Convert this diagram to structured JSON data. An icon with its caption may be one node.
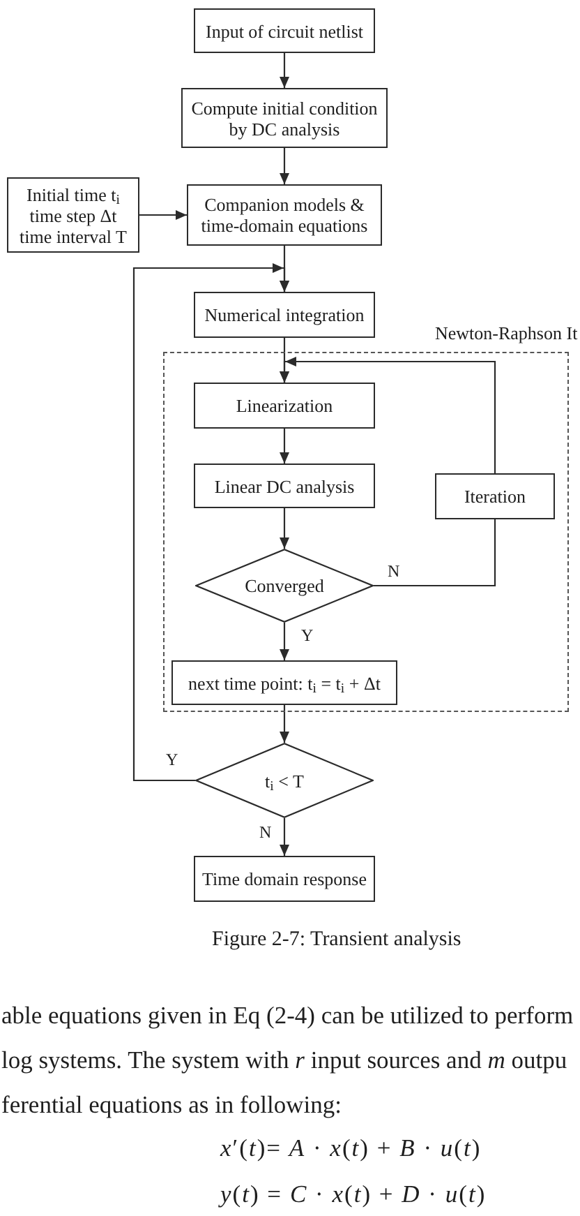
{
  "diagram": {
    "caption": "Figure 2-7: Transient analysis",
    "nodes": [
      {
        "text": [
          "Input of circuit netlist"
        ]
      },
      {
        "text": [
          "Compute initial condition by DC analysis"
        ]
      },
      {
        "text": [
          "Initial time t$_{i}$ time step Δt time interval T"
        ]
      },
      {
        "text": [
          "Companion models & time-domain equations"
        ]
      },
      {
        "text": [
          "Numerical integration"
        ]
      },
      {
        "text": [
          "Newton-Raphson It"
        ]
      },
      {
        "text": [
          "Linearization"
        ],
        "in": 5
      },
      {
        "text": [
          "Linear DC analysis"
        ],
        "in": 5
      },
      {
        "text": [
          "Iteration"
        ],
        "in": 5
      },
      {
        "text": [
          "Converged"
        ],
        "in": 5
      },
      {
        "text": [
          "next time point: t$_{i}$ = t$_{i}$ + Δt"
        ],
        "in": 5
      },
      {
        "text": [
          "t$_{i}$ < T"
        ]
      },
      {
        "text": [
          "Time domain response"
        ]
      }
    ],
    "edges": [
      {
        "from": 0,
        "to": 1,
        "arrow": "to"
      },
      {
        "from": 1,
        "to": 3,
        "arrow": "to"
      },
      {
        "from": 2,
        "to": 3,
        "arrow": "to"
      },
      {
        "from": 3,
        "to": 4,
        "arrow": "to"
      },
      {
        "from": 4,
        "to": 6,
        "arrow": "to"
      },
      {
        "from": 6,
        "to": 7,
        "arrow": "to"
      },
      {
        "from": 7,
        "to": 9,
        "arrow": "to"
      },
      {
        "from": 9,
        "to": 8,
        "arrow": "none",
        "label": "N"
      },
      {
        "from": 8,
        "to": 6,
        "arrow": "to"
      },
      {
        "from": 9,
        "to": 10,
        "arrow": "to",
        "label": "Y"
      },
      {
        "from": 10,
        "to": 11,
        "arrow": "to"
      },
      {
        "from": 11,
        "to": 4,
        "arrow": "to",
        "label": "Y"
      },
      {
        "from": 11,
        "to": 12,
        "arrow": "to",
        "label": "N"
      }
    ],
    "labels": [
      "able equations given in Eq (2-4) can be utilized to perform",
      "log systems. The system with *r* input sources and *m* outpu",
      "ferential equations as in following:",
      "*x*′(*t*)= *A* · *x*(*t*) + *B* · *u*(*t*)",
      "*y*(*t*) = *C* · *x*(*t*) + *D* · *u*(*t*)"
    ]
  }
}
